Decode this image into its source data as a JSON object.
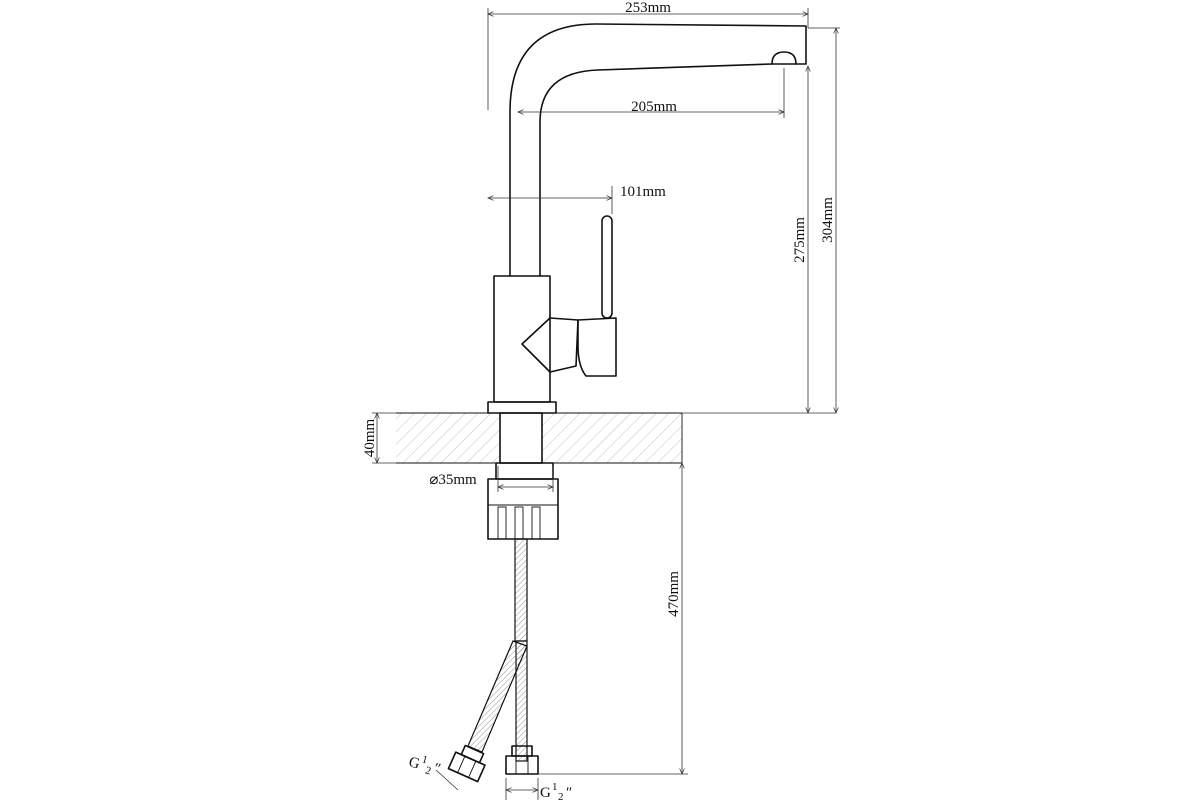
{
  "dimensions": {
    "total_reach": "253mm",
    "spout_reach": "205mm",
    "handle_offset": "101mm",
    "spout_height": "275mm",
    "total_height": "304mm",
    "deck_thickness": "40mm",
    "shank_diameter": "⌀35mm",
    "hose_length": "470mm"
  },
  "thread_labels": {
    "left_hose": {
      "letter": "G",
      "numerator": "1",
      "denominator": "2",
      "mark": "″"
    },
    "right_hose": {
      "letter": "G",
      "numerator": "1",
      "denominator": "2",
      "mark": "″"
    }
  },
  "colors": {
    "line": "#111111",
    "hatch": "#9a9a9a",
    "background": "#ffffff"
  }
}
